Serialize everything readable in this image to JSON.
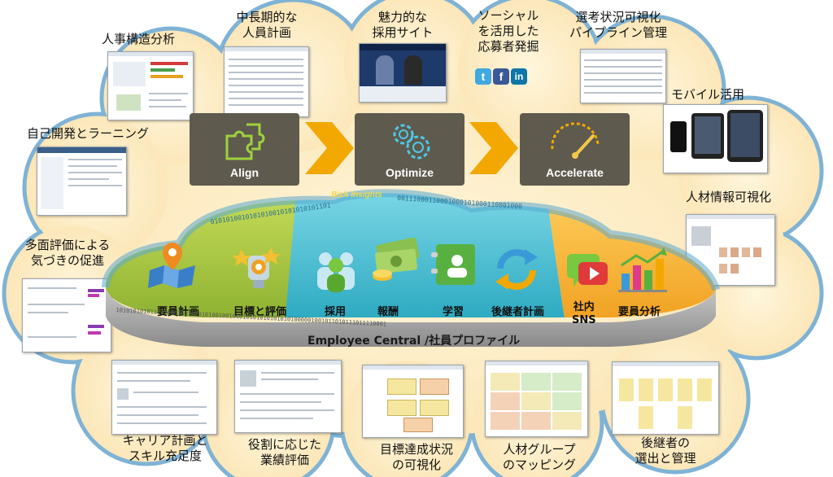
{
  "outer_labels": {
    "hr_structure": "人事構造分析",
    "workforce_plan": [
      "中長期的な",
      "人員計画"
    ],
    "recruiting_site": [
      "魅力的な",
      "採用サイト"
    ],
    "social_recruiting": [
      "ソーシャル",
      "を活用した",
      "応募者発掘"
    ],
    "pipeline": [
      "選考状況可視化",
      "パイプライン管理"
    ],
    "mobile": "モバイル活用",
    "self_dev": "自己開発とラーニング",
    "talent_info": "人材情報可視化",
    "multi_rater": [
      "多面評価による",
      "気づきの促進"
    ],
    "career": [
      "キャリア計画と",
      "スキル充足度"
    ],
    "role_eval": [
      "役割に応じた",
      "業績評価"
    ],
    "goal_vis": [
      "目標達成状況",
      "の可視化"
    ],
    "talent_group": [
      "人材グループ",
      "のマッピング"
    ],
    "successor": [
      "後継者の",
      "選出と管理"
    ]
  },
  "stages": [
    "Align",
    "Optimize",
    "Accelerate"
  ],
  "platform": {
    "insights": "BizX Insights",
    "base": "Employee Central /社員プロファイル",
    "binary_top": "0101010010101010010101010101101",
    "binary_right": "00111000110001000101000110001000",
    "binary_bottom": "1010101010111010001001010101001001000101010101010101000001001011010111011110001"
  },
  "modules": [
    "要員計画",
    "目標と評価",
    "採用",
    "報酬",
    "学習",
    "後継者計画",
    "社内",
    "SNS",
    "要員分析"
  ],
  "social_icons": [
    "t",
    "f",
    "in"
  ],
  "colors": {
    "cloud": "#fbe4b2",
    "cloud_edge": "#7fb3d5",
    "stage": "#5e5a4e",
    "chevron": "#f2a800",
    "green": "#a8c83c",
    "teal": "#48b8c8",
    "orange": "#f2a830",
    "icon": "#9fd23c"
  }
}
